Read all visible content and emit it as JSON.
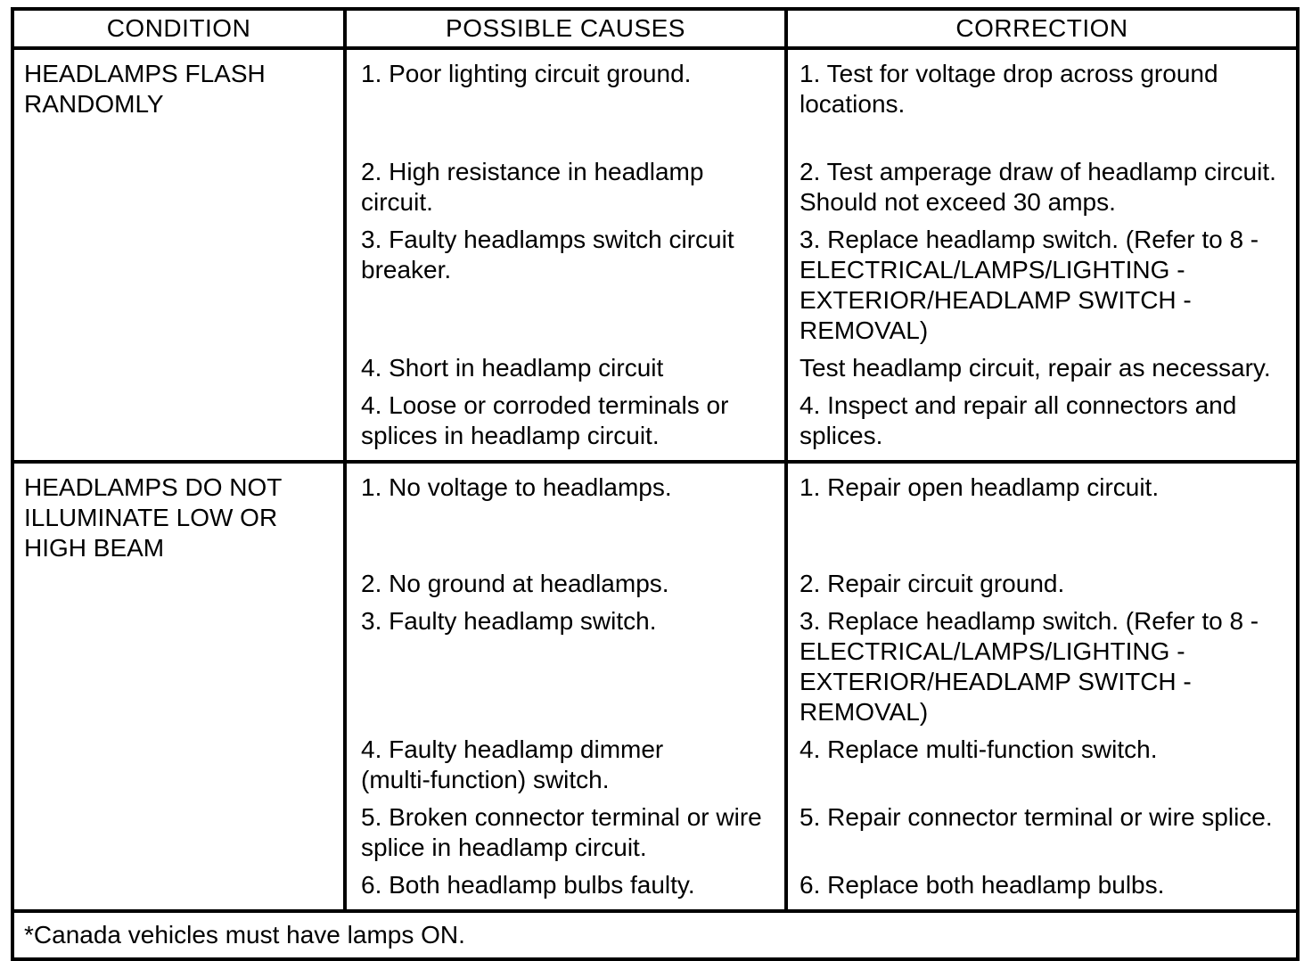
{
  "table": {
    "headers": [
      "CONDITION",
      "POSSIBLE CAUSES",
      "CORRECTION"
    ],
    "rows": [
      {
        "condition": "HEADLAMPS FLASH\nRANDOMLY",
        "pairs": [
          {
            "cause": "1. Poor lighting circuit ground.",
            "correction": "1. Test for voltage drop across ground\nlocations."
          },
          {
            "cause": "2. High resistance in headlamp\ncircuit.",
            "correction": "2. Test amperage draw of headlamp circuit.\nShould not exceed 30 amps."
          },
          {
            "cause": "3. Faulty headlamps switch circuit\nbreaker.",
            "correction": "3. Replace headlamp switch. (Refer to 8 -\nELECTRICAL/LAMPS/LIGHTING -\nEXTERIOR/HEADLAMP SWITCH -\nREMOVAL)"
          },
          {
            "cause": "4. Short in headlamp circuit",
            "correction": "Test headlamp circuit, repair as necessary."
          },
          {
            "cause": "4. Loose or corroded terminals or\nsplices in headlamp circuit.",
            "correction": "4. Inspect and repair all connectors and\nsplices."
          }
        ]
      },
      {
        "condition": "HEADLAMPS DO NOT\nILLUMINATE LOW OR\nHIGH BEAM",
        "pairs": [
          {
            "cause": "1. No voltage to headlamps.",
            "correction": "1. Repair open headlamp circuit."
          },
          {
            "cause": "2. No ground at headlamps.",
            "correction": "2. Repair circuit ground."
          },
          {
            "cause": "3. Faulty headlamp switch.",
            "correction": "3. Replace headlamp switch. (Refer to 8 -\nELECTRICAL/LAMPS/LIGHTING -\nEXTERIOR/HEADLAMP SWITCH -\nREMOVAL)"
          },
          {
            "cause": "4. Faulty headlamp dimmer\n(multi-function) switch.",
            "correction": "4. Replace multi-function switch."
          },
          {
            "cause": "5. Broken connector terminal or wire\nsplice in headlamp circuit.",
            "correction": "5. Repair connector terminal or wire splice."
          },
          {
            "cause": "6. Both headlamp bulbs faulty.",
            "correction": "6. Replace both headlamp bulbs."
          }
        ]
      }
    ],
    "footnote": "*Canada vehicles must have lamps ON.",
    "colors": {
      "border": "#000000",
      "text": "#000000",
      "background": "#ffffff"
    }
  }
}
